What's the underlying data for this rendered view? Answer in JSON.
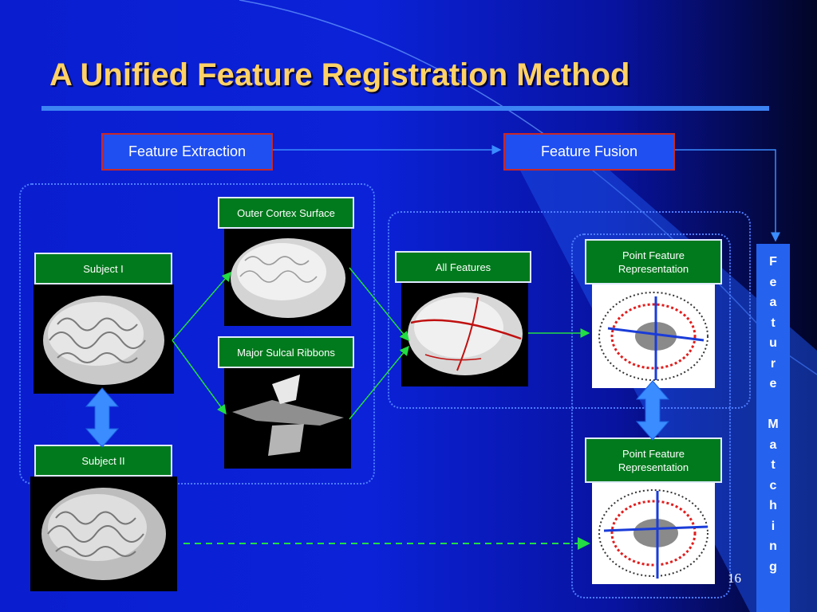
{
  "title": "A Unified Feature Registration Method",
  "page_number": "16",
  "top_boxes": {
    "feature_extraction": "Feature Extraction",
    "feature_fusion": "Feature Fusion"
  },
  "labels": {
    "subject_1": "Subject I",
    "subject_2": "Subject II",
    "outer_cortex": "Outer Cortex Surface",
    "sulcal_ribbons": "Major Sulcal Ribbons",
    "all_features": "All Features",
    "point_feature_1": "Point Feature Representation",
    "point_feature_2": "Point Feature Representation"
  },
  "feature_matching_letters": [
    "F",
    "e",
    "a",
    "t",
    "u",
    "r",
    "e",
    "",
    "M",
    "a",
    "t",
    "c",
    "h",
    "i",
    "n",
    "g"
  ],
  "colors": {
    "title": "#ffd166",
    "green_box": "#007a1c",
    "arrow_green": "#22dd44",
    "arrow_blue": "#3a8cff",
    "border_red": "#c82828"
  }
}
